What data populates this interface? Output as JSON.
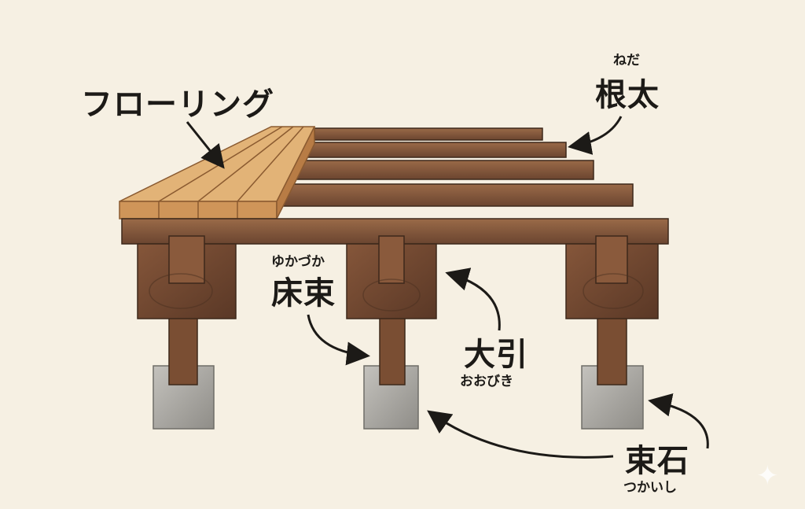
{
  "labels": {
    "flooring": "フローリング",
    "joist": {
      "main": "根太",
      "reading": "ねだ"
    },
    "floor_post": {
      "main": "床束",
      "reading": "ゆかづか"
    },
    "sleeper": {
      "main": "大引",
      "reading": "おおびき"
    },
    "foundation_stone": {
      "main": "束石",
      "reading": "つかいし"
    }
  },
  "colors": {
    "background": "#f6f0e3",
    "wood_dark": "#6b4530",
    "wood_mid": "#8a5a3c",
    "flooring": "#d9a66a",
    "stone": "#a9a7a2",
    "ink": "#1c1a17"
  }
}
